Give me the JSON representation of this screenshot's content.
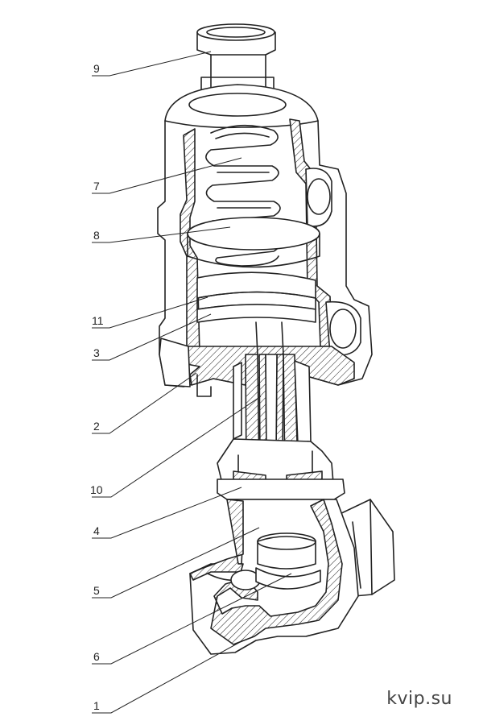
{
  "labels": {
    "l9": "9",
    "l7": "7",
    "l8": "8",
    "l11": "11",
    "l3": "3",
    "l2": "2",
    "l10": "10",
    "l4": "4",
    "l5": "5",
    "l6": "6",
    "l1": "1"
  },
  "watermark": "kvip.su"
}
